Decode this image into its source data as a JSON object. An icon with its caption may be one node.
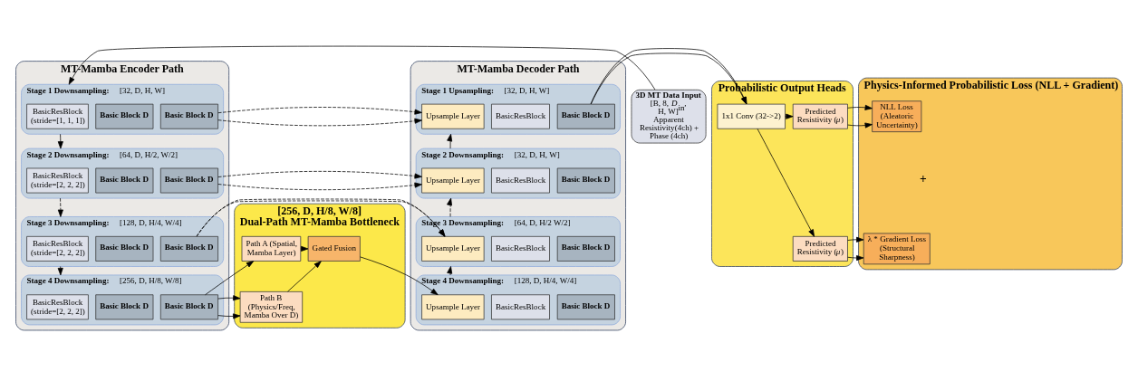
{
  "diagram": {
    "nodes": [
      {
        "text": [
          "MT-Mamba Encoder Path"
        ]
      },
      {
        "text": [
          "Stage 1 Downsampling:",
          "[32, D, H, W]"
        ],
        "in": 0
      },
      {
        "text": [
          "BasicResBlock (stride=[1, 1, 1])"
        ],
        "in": 1
      },
      {
        "text": [
          "Basic Block D"
        ],
        "in": 1
      },
      {
        "text": [
          "Basic Block D"
        ],
        "in": 1
      },
      {
        "text": [
          "Stage 2 Downsampling:",
          "[64, D, H/2, W/2]"
        ],
        "in": 0
      },
      {
        "text": [
          "BasicResBlock (stride=[2, 2, 2])"
        ],
        "in": 5
      },
      {
        "text": [
          "Basic Block D"
        ],
        "in": 5
      },
      {
        "text": [
          "Basic Block D"
        ],
        "in": 5
      },
      {
        "text": [
          "Stage 3 Downsampling:",
          "[128, D, H/4, W/4]"
        ],
        "in": 0
      },
      {
        "text": [
          "BasicResBlock (stride=[2, 2, 2])"
        ],
        "in": 9
      },
      {
        "text": [
          "Basic Block D"
        ],
        "in": 9
      },
      {
        "text": [
          "Basic Block D"
        ],
        "in": 9
      },
      {
        "text": [
          "Stage 4 Downsampling:",
          "[256, D, H/8, W/8]"
        ],
        "in": 0
      },
      {
        "text": [
          "BasicResBlock (stride=[2, 2, 2])"
        ],
        "in": 13
      },
      {
        "text": [
          "Basic Block D"
        ],
        "in": 13
      },
      {
        "text": [
          "Basic Block D"
        ],
        "in": 13
      },
      {
        "text": [
          "3D MT Data Input",
          "[B, 8, *D*$_{in}$, H, W]",
          "Apparent Resistivity(4ch) + Phase (4ch)"
        ]
      },
      {
        "text": [
          "[256, D, H/8, W/8]",
          "Dual-Path MT-Mamba Bottleneck"
        ]
      },
      {
        "text": [
          "Path A (Spatial, Mamba Layer)"
        ],
        "in": 18
      },
      {
        "text": [
          "Path B (Physics/Freq, Mamba Over D)"
        ],
        "in": 18
      },
      {
        "text": [
          "Gated Fusion"
        ],
        "in": 18
      },
      {
        "text": [
          "MT-Mamba Decoder Path"
        ]
      },
      {
        "text": [
          "Stage 1 Upsampling:",
          "[32, D, H, W]"
        ],
        "in": 22
      },
      {
        "text": [
          "Upsample Layer"
        ],
        "in": 23
      },
      {
        "text": [
          "BasicResBlock"
        ],
        "in": 23
      },
      {
        "text": [
          "Basic Block D"
        ],
        "in": 23
      },
      {
        "text": [
          "Stage 2 Downsampling:",
          "[32, D, H, W]"
        ],
        "in": 22
      },
      {
        "text": [
          "Upsample Layer"
        ],
        "in": 27
      },
      {
        "text": [
          "BasicResBlock"
        ],
        "in": 27
      },
      {
        "text": [
          "Basic Block D"
        ],
        "in": 27
      },
      {
        "text": [
          "Stage 3 Downsampling:",
          "[64, D, H/2 W/2]"
        ],
        "in": 22
      },
      {
        "text": [
          "Upsample Layer"
        ],
        "in": 31
      },
      {
        "text": [
          "BasicResBlock"
        ],
        "in": 31
      },
      {
        "text": [
          "Basic Block D"
        ],
        "in": 31
      },
      {
        "text": [
          "Stage 4 Downsampling:",
          "[128, D, H/4, W/4]"
        ],
        "in": 22
      },
      {
        "text": [
          "Upsample Layer"
        ],
        "in": 35
      },
      {
        "text": [
          "BasicResBlock"
        ],
        "in": 35
      },
      {
        "text": [
          "Basic Block D"
        ],
        "in": 35
      },
      {
        "text": [
          "Probabilistic Output Heads"
        ]
      },
      {
        "text": [
          "1x1 Conv (32->2)"
        ],
        "in": 39
      },
      {
        "text": [
          "Predicted Resistivity (*μ*)"
        ],
        "in": 39
      },
      {
        "text": [
          "Predicted Resistivity (*μ*)"
        ],
        "in": 39
      },
      {
        "text": [
          "Physics-Informed Probabilistic Loss (NLL + Gradient)"
        ]
      },
      {
        "text": [
          "NLL Loss (Aleatoric Uncertainty)"
        ],
        "in": 43
      },
      {
        "text": [
          "λ * Gradient Loss (Structural Sharpness)"
        ],
        "in": 43
      }
    ],
    "edges": [
      {
        "from": 17,
        "to": 1,
        "arrow": "to"
      },
      {
        "from": 1,
        "to": 5,
        "arrow": "to"
      },
      {
        "from": 5,
        "to": 9,
        "arrow": "to",
        "style": "dashed"
      },
      {
        "from": 9,
        "to": 13,
        "arrow": "to",
        "style": "dashed"
      },
      {
        "from": 4,
        "to": 24,
        "arrow": "to",
        "style": "dashed"
      },
      {
        "from": 8,
        "to": 28,
        "arrow": "to",
        "style": "dashed"
      },
      {
        "from": 12,
        "to": 32,
        "arrow": "to",
        "style": "dashed"
      },
      {
        "from": 16,
        "to": 19,
        "arrow": "to"
      },
      {
        "from": 16,
        "to": 20,
        "arrow": "to"
      },
      {
        "from": 19,
        "to": 21,
        "arrow": "to"
      },
      {
        "from": 20,
        "to": 21,
        "arrow": "to"
      },
      {
        "from": 21,
        "to": 36,
        "arrow": "to"
      },
      {
        "from": 35,
        "to": 31,
        "arrow": "to",
        "style": "dashed"
      },
      {
        "from": 31,
        "to": 27,
        "arrow": "to",
        "style": "dashed"
      },
      {
        "from": 27,
        "to": 23,
        "arrow": "to"
      },
      {
        "from": 26,
        "to": 40,
        "arrow": "to"
      },
      {
        "from": 40,
        "to": 41,
        "arrow": "to"
      },
      {
        "from": 40,
        "to": 42,
        "arrow": "to"
      },
      {
        "from": 41,
        "to": 44,
        "arrow": "to"
      },
      {
        "from": 42,
        "to": 45,
        "arrow": "to"
      }
    ],
    "labels": [
      "+"
    ]
  }
}
